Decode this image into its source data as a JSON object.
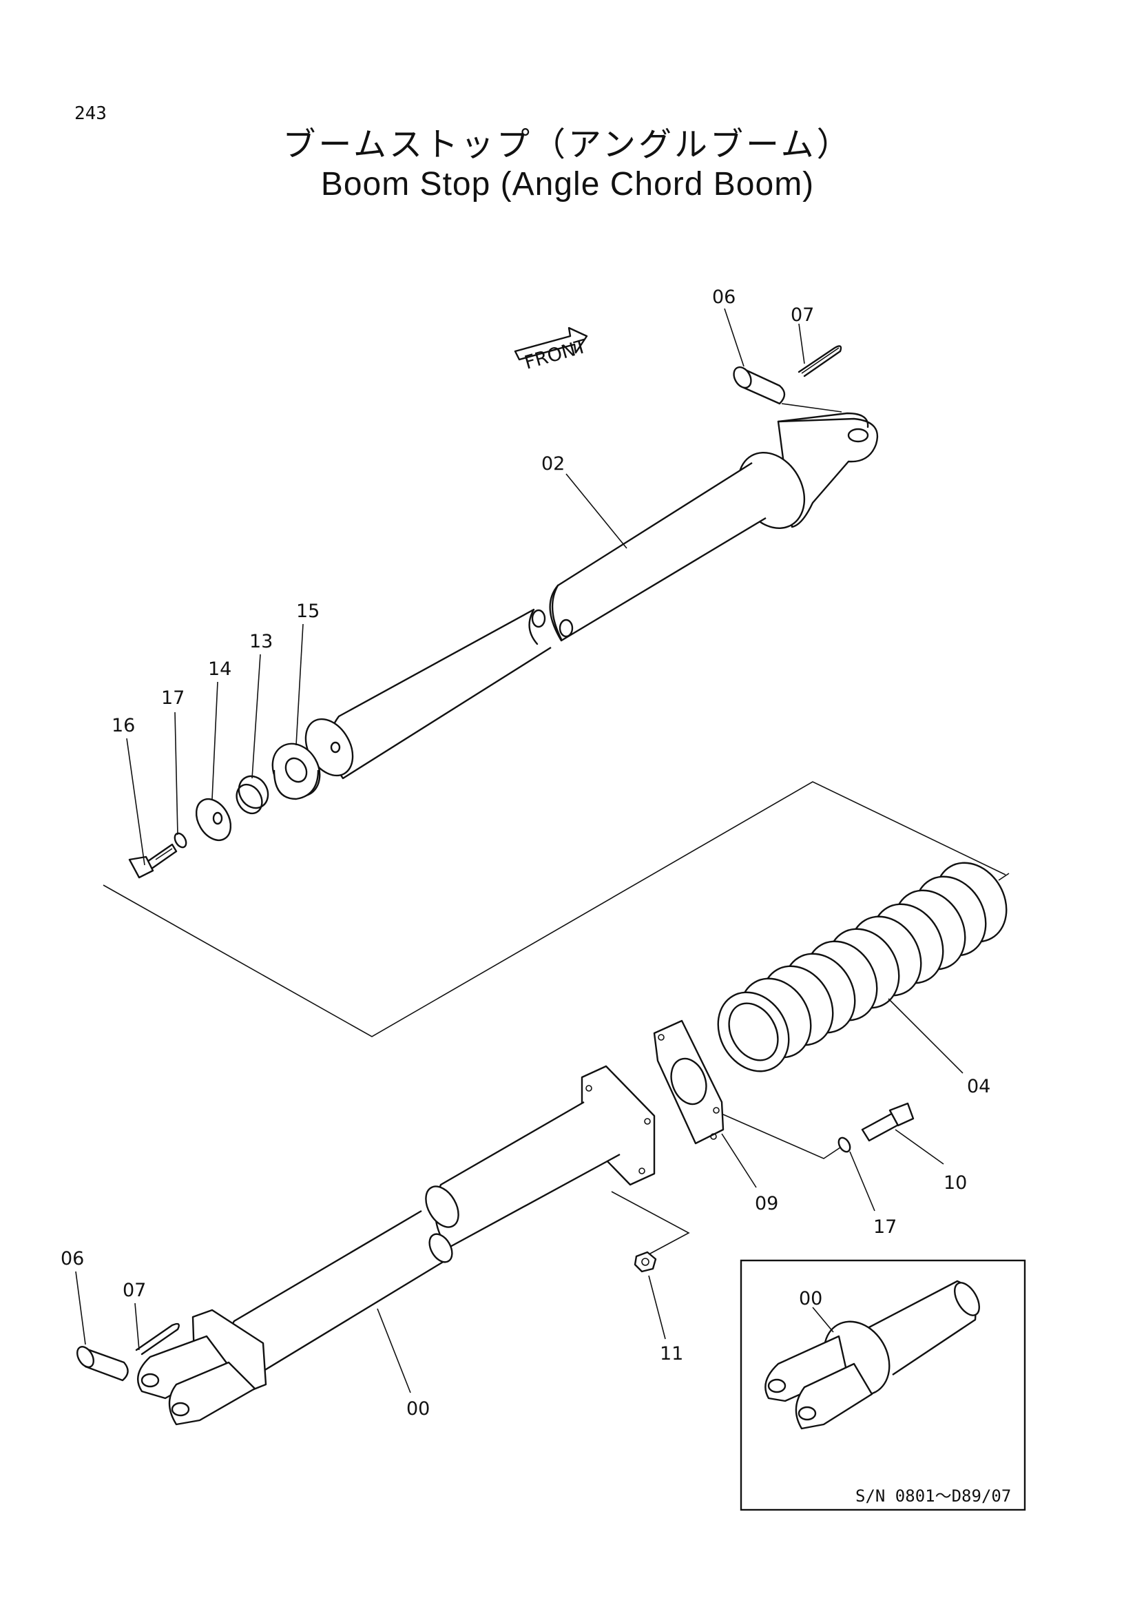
{
  "page_number": "243",
  "title_jp": "ブームストップ（アングルブーム）",
  "title_en": "Boom Stop (Angle Chord Boom)",
  "front_label": "FRONT",
  "serial_note": "S/N 0801～D89/07",
  "callouts": {
    "c06_top": "06",
    "c07_top": "07",
    "c02": "02",
    "c15": "15",
    "c13": "13",
    "c14": "14",
    "c17_left": "17",
    "c16": "16",
    "c04": "04",
    "c10": "10",
    "c09": "09",
    "c17_right": "17",
    "c11": "11",
    "c06_bottom": "06",
    "c07_bottom": "07",
    "c00_main": "00",
    "c00_inset": "00"
  }
}
